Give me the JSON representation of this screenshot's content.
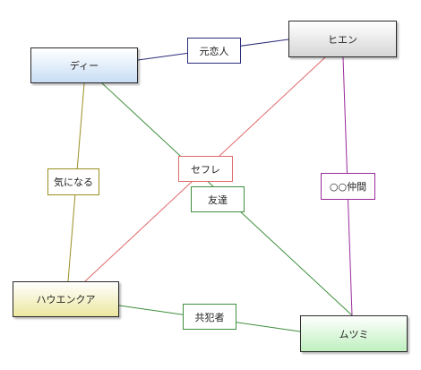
{
  "nodes": {
    "dee": {
      "label": "ディー"
    },
    "hien": {
      "label": "ヒエン"
    },
    "hauen": {
      "label": "ハウエンクア"
    },
    "mutsu": {
      "label": "ムツミ"
    }
  },
  "edges": {
    "ex_lover": {
      "label": "元恋人",
      "color": "#2b2b7a"
    },
    "sefure": {
      "label": "セフレ",
      "color": "#e06a6a"
    },
    "friend": {
      "label": "友達",
      "color": "#3e8f3e"
    },
    "concern": {
      "label": "気になる",
      "color": "#9a8f22"
    },
    "mates": {
      "label": "○○仲間",
      "color": "#9a2a9a"
    },
    "accomplice": {
      "label": "共犯者",
      "color": "#3e8f3e"
    }
  },
  "colors": {
    "dee_fill": "#d8e8f8",
    "hien_fill": "#e6e6e6",
    "hauen_fill": "#f2f0c0",
    "mutsu_fill": "#d4f4d4"
  }
}
